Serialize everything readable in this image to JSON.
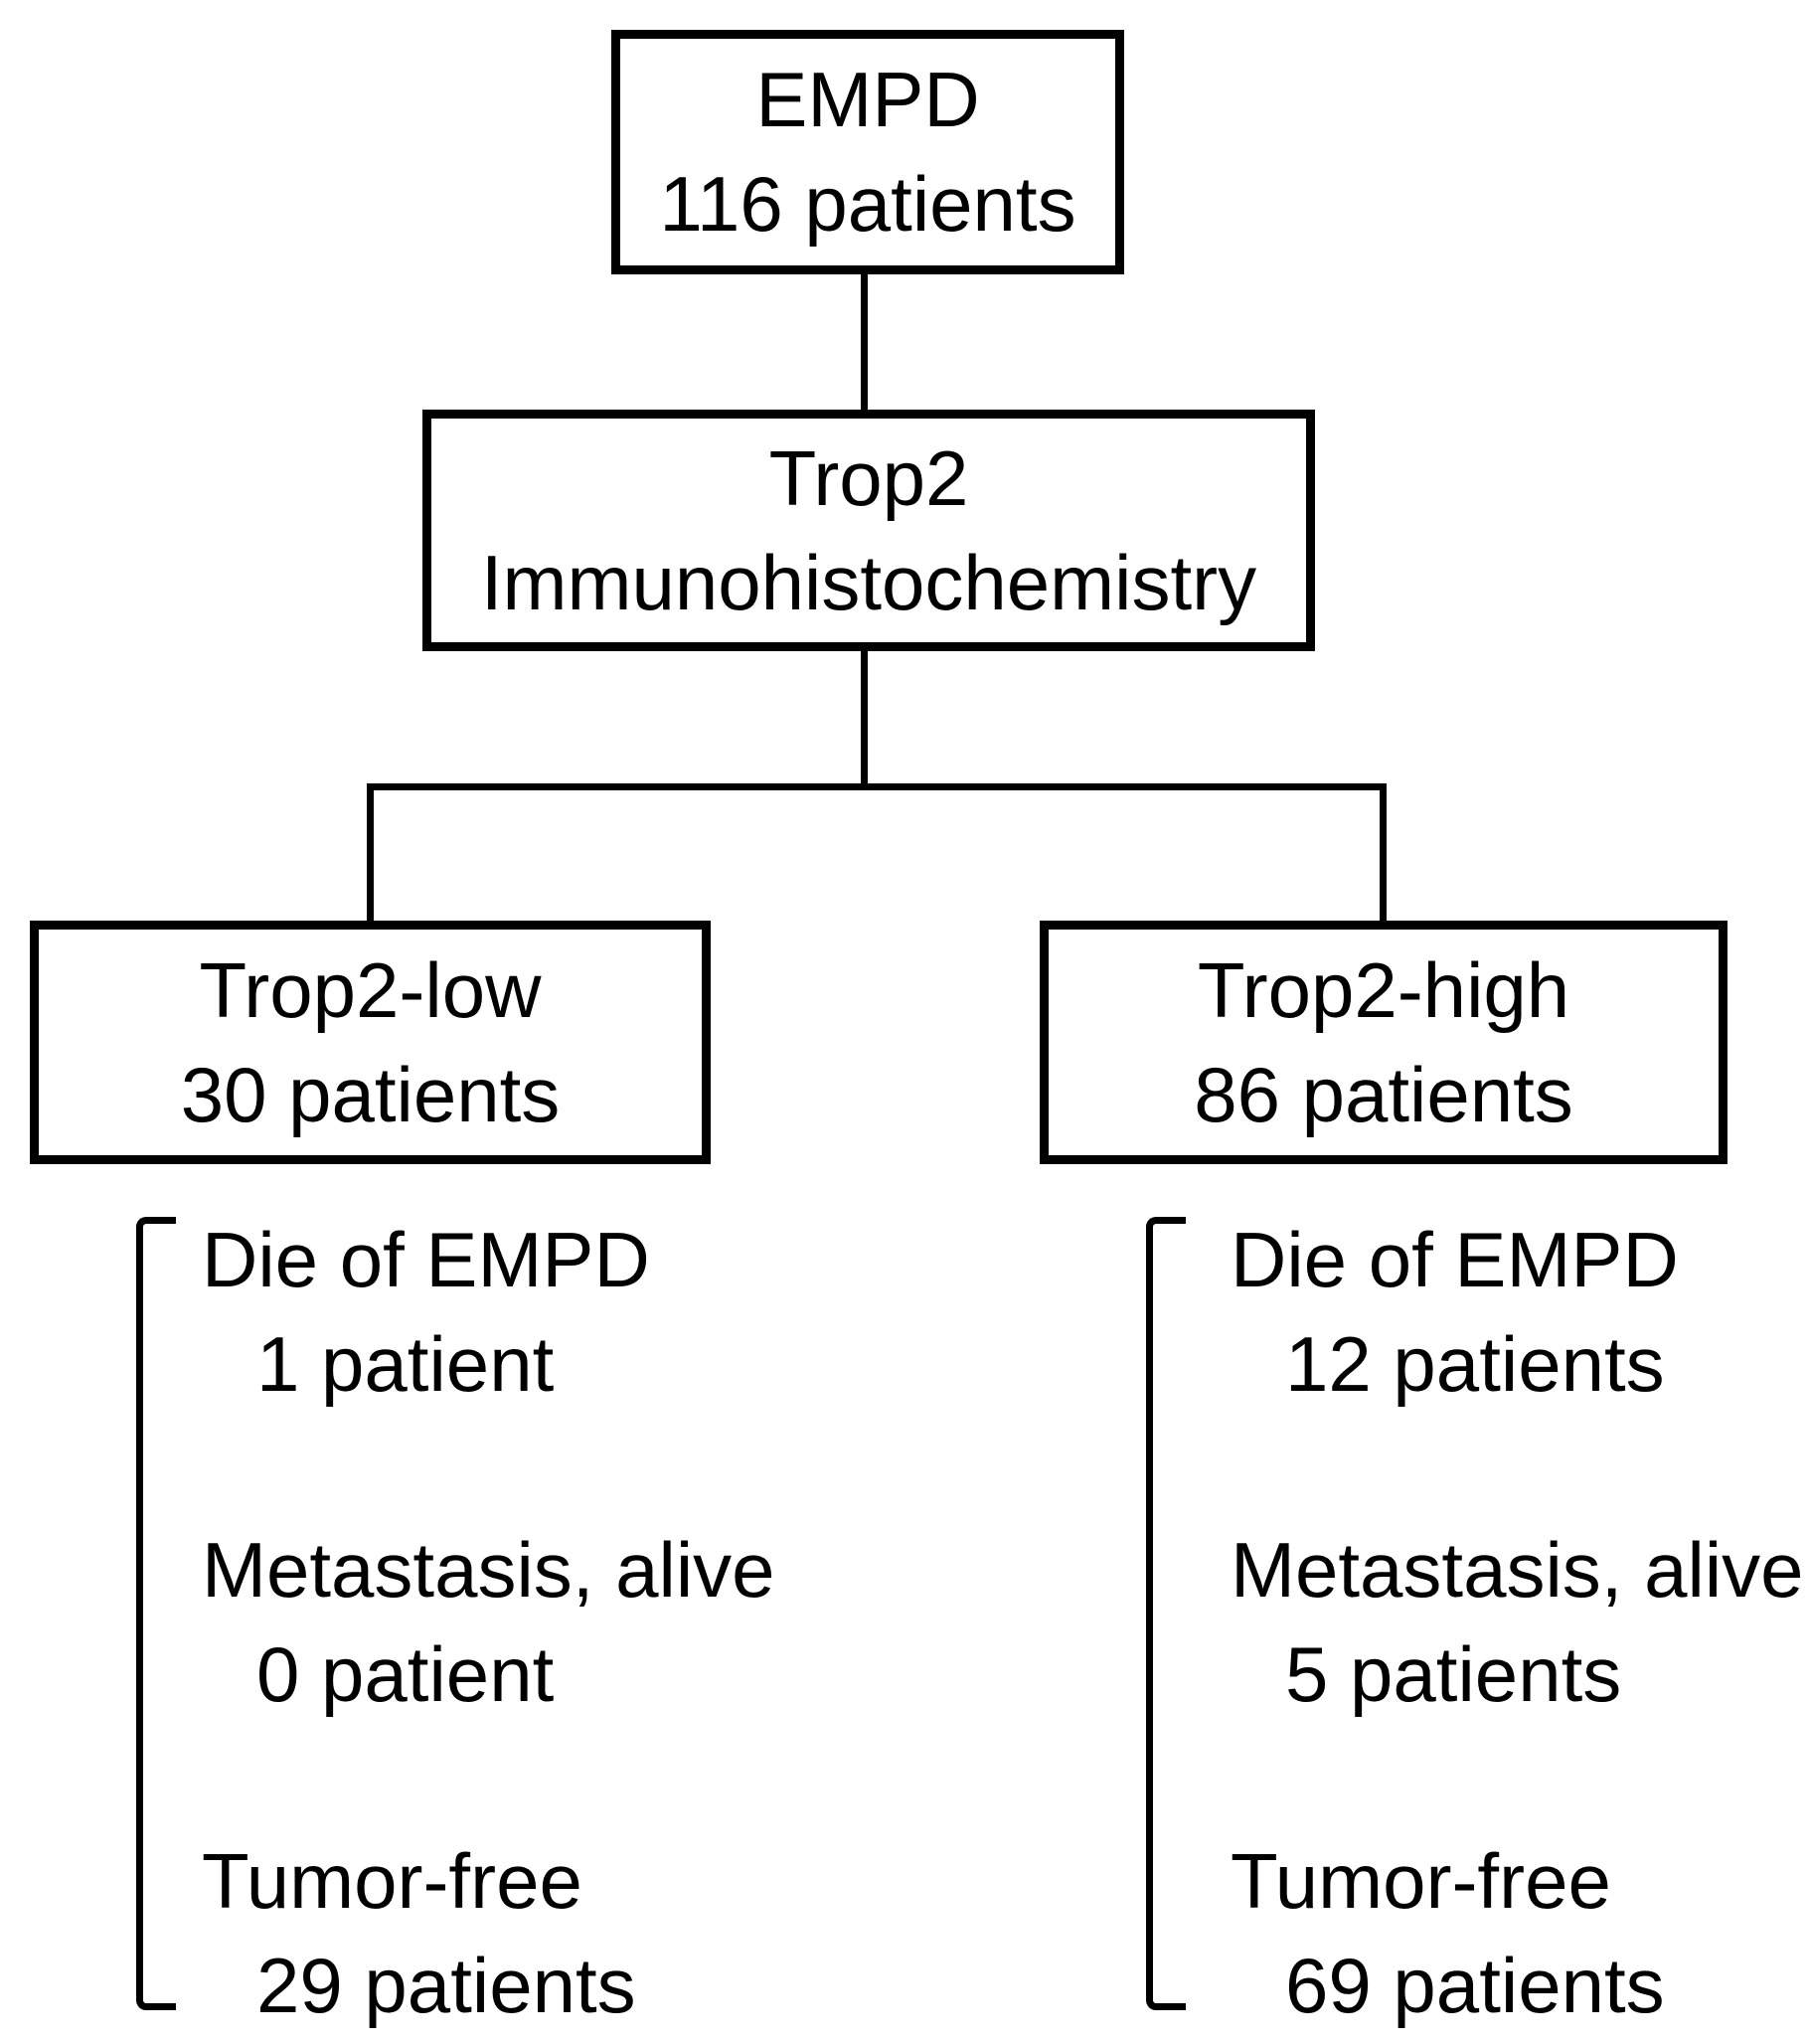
{
  "colors": {
    "ink": "#000000",
    "background": "#ffffff"
  },
  "flow": {
    "root": {
      "title": "EMPD",
      "count": "116 patients"
    },
    "test": {
      "line1": "Trop2",
      "line2": "Immunohistochemistry"
    },
    "branches": [
      {
        "title": "Trop2-low",
        "count": "30 patients",
        "outcomes": [
          {
            "label": "Die of EMPD",
            "count": "1 patient"
          },
          {
            "label": "Metastasis, alive",
            "count": "0 patient"
          },
          {
            "label": "Tumor-free",
            "count": "29 patients"
          }
        ]
      },
      {
        "title": "Trop2-high",
        "count": "86 patients",
        "outcomes": [
          {
            "label": "Die of EMPD",
            "count": "12 patients"
          },
          {
            "label": "Metastasis, alive",
            "count": "5 patients"
          },
          {
            "label": "Tumor-free",
            "count": "69 patients"
          }
        ]
      }
    ]
  }
}
